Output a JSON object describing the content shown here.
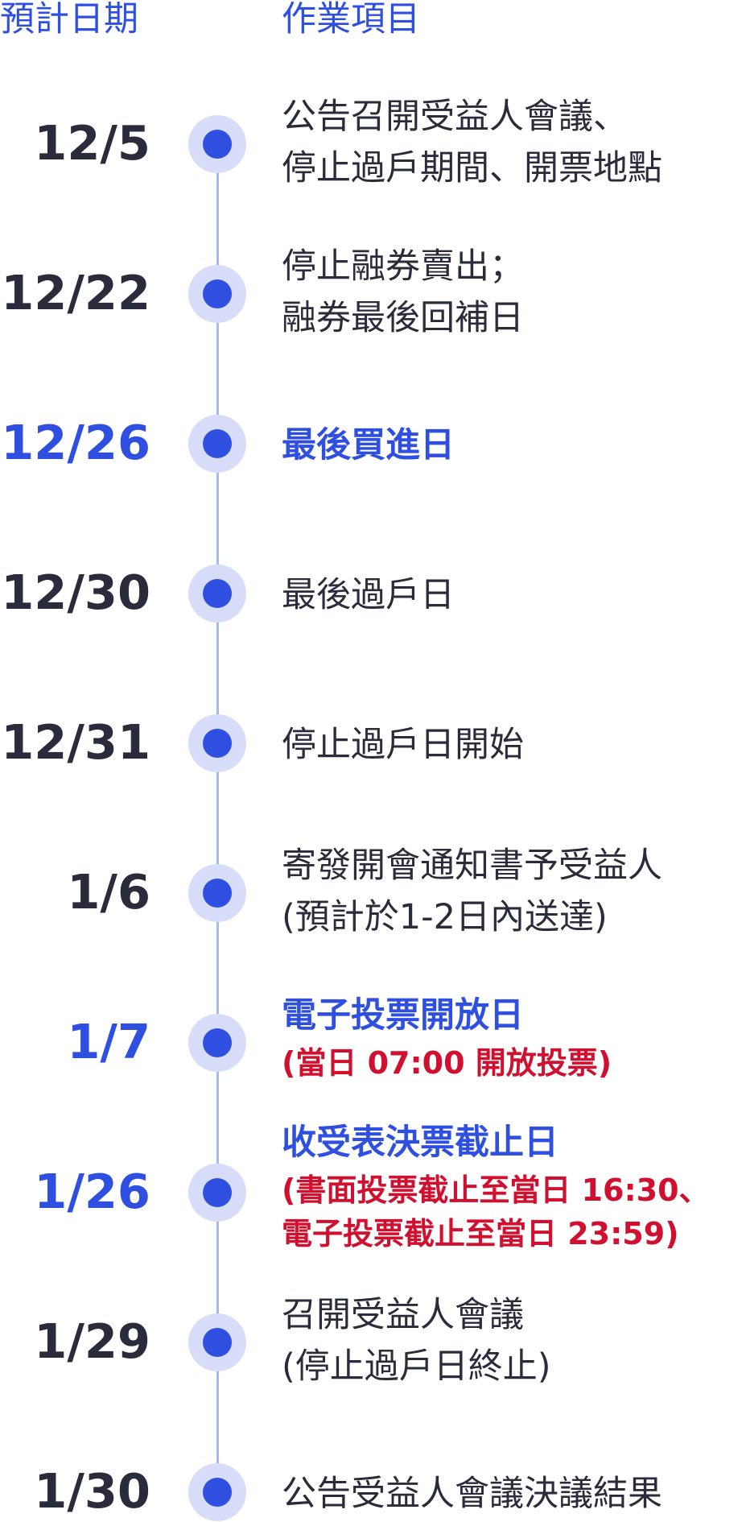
{
  "header": {
    "date_col": "預計日期",
    "task_col": "作業項目"
  },
  "schedule": [
    {
      "date": "12/5",
      "lines": [
        "公告召開受益人會議、",
        "停止過戶期間、開票地點"
      ]
    },
    {
      "date": "12/22",
      "lines": [
        "停止融券賣出；",
        "融券最後回補日"
      ]
    },
    {
      "date": "12/26",
      "lines": [
        "最後買進日"
      ]
    },
    {
      "date": "12/30",
      "lines": [
        "最後過戶日"
      ]
    },
    {
      "date": "12/31",
      "lines": [
        "停止過戶日開始"
      ]
    },
    {
      "date": "1/6",
      "lines": [
        "寄發開會通知書予受益人",
        "(預計於1-2日內送達)"
      ]
    },
    {
      "date": "1/7",
      "lines": [
        "電子投票開放日",
        "(當日 07:00 開放投票)"
      ]
    },
    {
      "date": "1/26",
      "lines": [
        "收受表決票截止日",
        "(書面投票截止至當日 16:30、",
        "電子投票截止至當日 23:59)"
      ]
    },
    {
      "date": "1/29",
      "lines": [
        "召開受益人會議",
        "(停止過戶日終止)"
      ]
    },
    {
      "date": "1/30",
      "lines": [
        "公告受益人會議決議結果"
      ]
    }
  ],
  "colors": {
    "accent": "#2f4fe0",
    "text": "#2a2c3b",
    "notice_red": "#d0102e",
    "dot_halo": "#d7ddf9",
    "timeline_line": "#a9b8ee"
  }
}
